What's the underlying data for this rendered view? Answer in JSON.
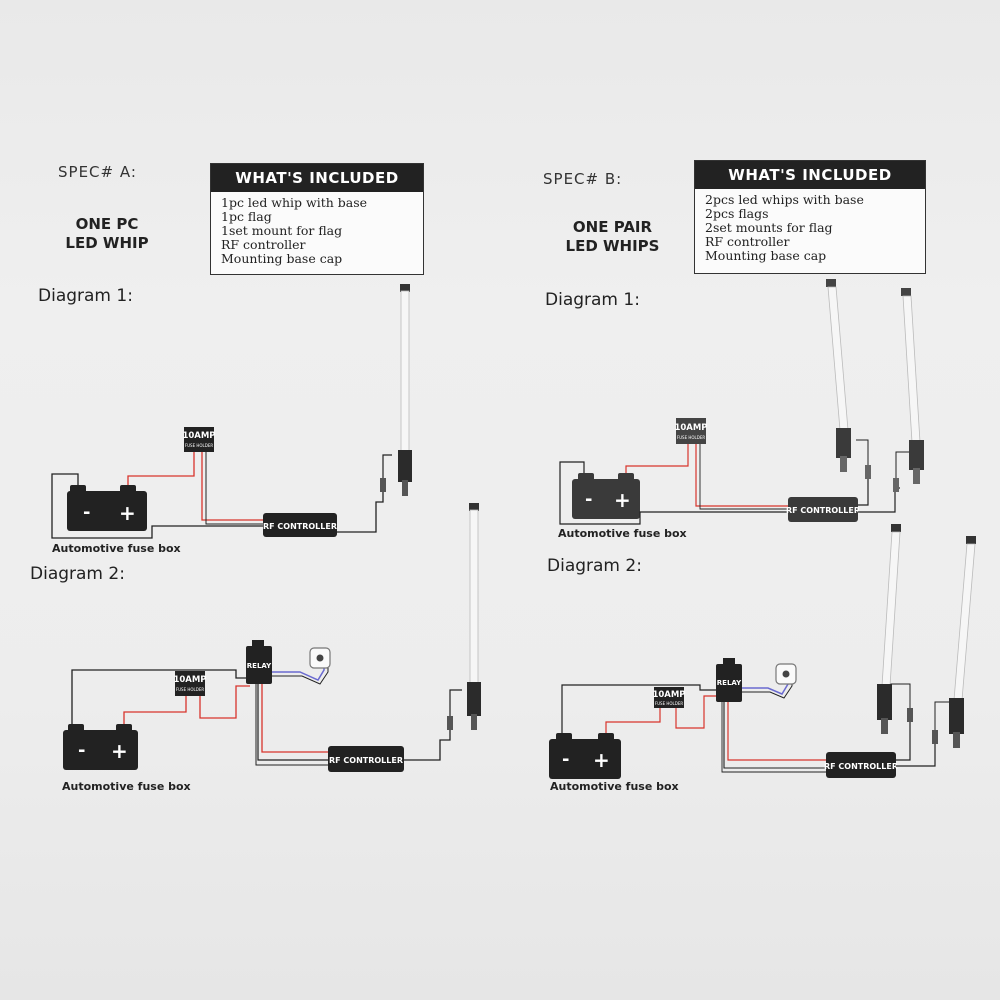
{
  "spec_a": {
    "label": "SPEC# A:",
    "kit": [
      "ONE PC",
      "LED WHIP"
    ],
    "included_title": "WHAT'S INCLUDED",
    "included_items": [
      "1pc led whip with base",
      "1pc flag",
      "1set mount for flag",
      "RF controller",
      "Mounting base cap"
    ],
    "diagram1_label": "Diagram 1:",
    "diagram2_label": "Diagram 2:"
  },
  "spec_b": {
    "label": "SPEC# B:",
    "kit": [
      "ONE PAIR",
      "LED WHIPS"
    ],
    "included_title": "WHAT'S INCLUDED",
    "included_items": [
      "2pcs led whips with base",
      "2pcs flags",
      "2set mounts for flag",
      "RF controller",
      "Mounting base cap"
    ],
    "diagram1_label": "Diagram 1:",
    "diagram2_label": "Diagram 2:"
  },
  "components": {
    "fuse_amp": "10AMP",
    "fuse_holder": "FUSE HOLDER",
    "relay": "RELAY",
    "rf_controller": "RF CONTROLLER",
    "battery_minus": "-",
    "battery_plus": "+",
    "fuse_box_caption": "Automotive fuse box"
  },
  "colors": {
    "ink": "#1e1e1e",
    "wire_red": "#d8342c",
    "wire_black": "#222222",
    "wire_blue": "#6a6ad0"
  }
}
